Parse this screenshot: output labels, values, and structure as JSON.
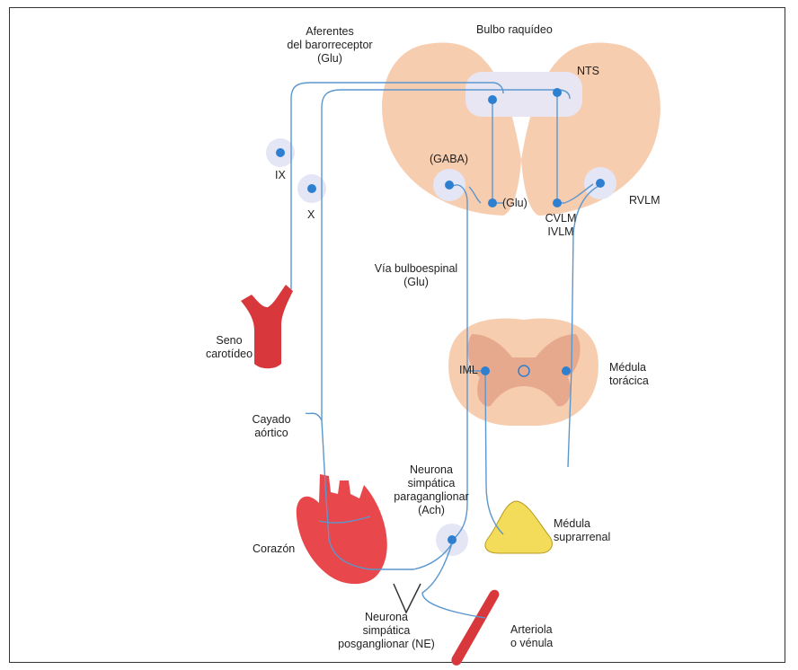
{
  "labels": {
    "bulbo": "Bulbo raquídeo",
    "aferentes_1": "Aferentes",
    "aferentes_2": "del barorreceptor",
    "aferentes_3": "(Glu)",
    "nts": "NTS",
    "ix": "IX",
    "x": "X",
    "gaba": "(GABA)",
    "glu": "(Glu)",
    "cvlm": "CVLM",
    "ivlm": "IVLM",
    "rvlm": "RVLM",
    "via_1": "Vía bulboespinal",
    "via_2": "(Glu)",
    "seno_1": "Seno",
    "seno_2": "carotídeo",
    "iml": "IML",
    "medula_toracica_1": "Médula",
    "medula_toracica_2": "torácica",
    "cayado_1": "Cayado",
    "cayado_2": "aórtico",
    "neurona_para_1": "Neurona",
    "neurona_para_2": "simpática",
    "neurona_para_3": "paraganglionar",
    "neurona_para_4": "(Ach)",
    "corazon": "Corazón",
    "medula_supra_1": "Médula",
    "medula_supra_2": "suprarrenal",
    "neurona_pos_1": "Neurona",
    "neurona_pos_2": "simpática",
    "neurona_pos_3": "posganglionar (NE)",
    "arteriola_1": "Arteriola",
    "arteriola_2": "o vénula"
  },
  "colors": {
    "tissue": "#f7cdb0",
    "tissue_dark": "#e6a98e",
    "nerve": "#5b97cf",
    "neuron_dot": "#2f7fd0",
    "halo": "#e4e6f6",
    "vessel": "#d8383c",
    "heart": "#e8474b",
    "adrenal": "#f2dc5a"
  }
}
